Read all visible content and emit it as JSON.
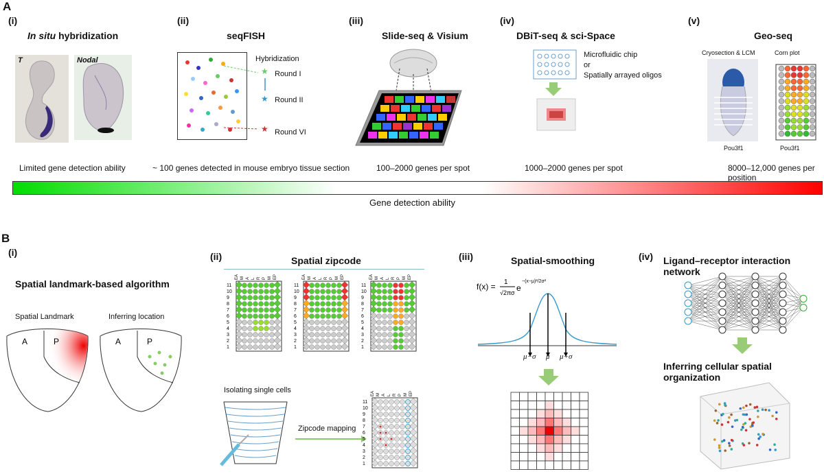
{
  "panelA": {
    "letter": "A",
    "sections": [
      {
        "num": "(i)",
        "title_italic": "In situ",
        "title_rest": " hybridization",
        "img1": "T",
        "img2": "Nodal",
        "caption": "Limited gene detection ability"
      },
      {
        "num": "(ii)",
        "title": "seqFISH",
        "hyb": "Hybridization",
        "round1": "Round I",
        "round2": "Round II",
        "round6": "Round VI",
        "caption": "~ 100 genes detected in mouse embryo tissue section"
      },
      {
        "num": "(iii)",
        "title": "Slide-seq & Visium",
        "caption": "100–2000 genes per spot"
      },
      {
        "num": "(iv)",
        "title": "DBiT-seq & sci-Space",
        "chip": "Microfluidic chip",
        "or": "or",
        "oligos": "Spatially arrayed oligos",
        "caption": "1000–2000 genes per spot"
      },
      {
        "num": "(v)",
        "title": "Geo-seq",
        "sub1": "Cryosection & LCM",
        "sub2": "Corn plot",
        "gene1": "Pou3f1",
        "gene2": "Pou3f1",
        "caption": "8000–12,000 genes per position"
      }
    ],
    "gradient_label": "Gene detection ability",
    "colors": {
      "green": "#00dd00",
      "white": "#ffffff",
      "red": "#ff0000"
    }
  },
  "panelB": {
    "letter": "B",
    "sections": [
      {
        "num": "(i)",
        "title": "Spatial landmark-based algorithm",
        "left_label": "Spatial Landmark",
        "right_label": "Inferring location",
        "A": "A",
        "P": "P"
      },
      {
        "num": "(ii)",
        "title": "Spatial zipcode",
        "isolating": "Isolating single cells",
        "mapping": "Zipcode mapping",
        "cols": [
          "EA",
          "M",
          "A",
          "L",
          "R",
          "P",
          "M",
          "EP"
        ],
        "rows": [
          "11",
          "10",
          "9",
          "8",
          "7",
          "6",
          "5",
          "4",
          "3",
          "2",
          "1"
        ]
      },
      {
        "num": "(iii)",
        "title": "Spatial-smoothing",
        "mu_minus": "μ−σ",
        "mu": "μ",
        "mu_plus": "μ+σ"
      },
      {
        "num": "(iv)",
        "title": "Ligand–receptor interaction network",
        "title2": "Inferring cellular spatial organization"
      }
    ]
  }
}
